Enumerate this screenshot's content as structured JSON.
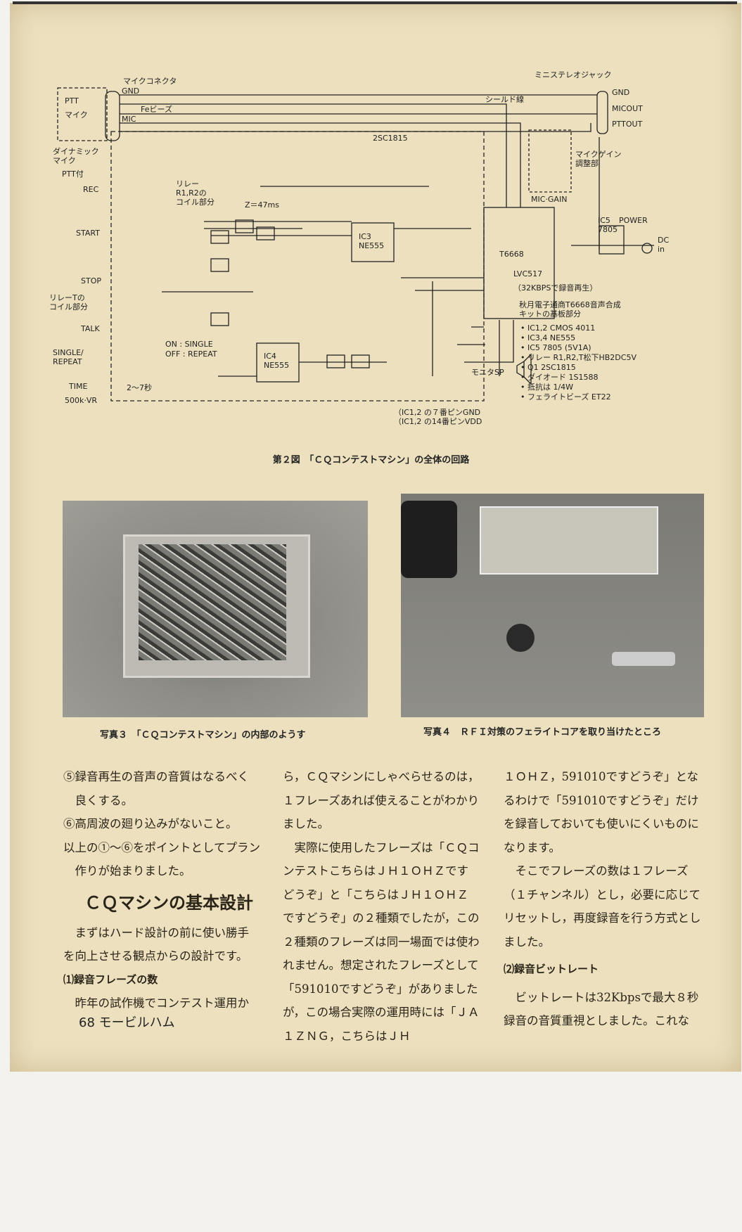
{
  "figure": {
    "caption": "第２図　「ＣＱコンテストマシン」の全体の回路",
    "labels": {
      "mic_connector": "マイクコネクタ",
      "ptt": "PTT",
      "mic": "マイク",
      "dyn_mic": "ダイナミック\nマイク",
      "ptt_tsuki": "PTT付",
      "gnd": "GND",
      "mic_pin": "MIC",
      "fe_beads": "Feビーズ",
      "mini_jack": "ミニステレオジャック",
      "shield": "シールド線",
      "micout": "MICOUT",
      "pttout": "PTTOUT",
      "mic_gain_adj": "マイクゲイン\n調整部",
      "mic_gain": "MIC·GAIN",
      "rec": "REC",
      "start": "START",
      "stop": "STOP",
      "talk": "TALK",
      "single_repeat": "SINGLE/\nREPEAT",
      "time": "TIME",
      "vr": "500k·VR",
      "time_range": "2～7秒",
      "relay_coil": "リレー\nR1,R2の\nコイル部分",
      "relay_t": "リレーTの\nコイル部分",
      "z": "Z＝47ms",
      "ic3": "IC3\nNE555",
      "ic4": "IC4\nNE555",
      "ic5": "IC5\n7805",
      "t6668": "T6668",
      "lvc517": "LVC517",
      "q1": "2SC1815",
      "power": "POWER",
      "dc_in": "DC\nin",
      "on_single": "ON : SINGLE",
      "off_repeat": "OFF : REPEAT",
      "kbps": "（32KBPSで録音再生）",
      "kit": "秋月電子通商T6668音声合成\nキットの基板部分",
      "monitor": "モニタSP",
      "pin_note": "（IC1,2 の７番ピンGND\n（IC1,2 の14番ピンVDD"
    },
    "parts": [
      {
        "name": "IC1,2",
        "value": "CMOS 4011"
      },
      {
        "name": "IC3,4",
        "value": "NE555"
      },
      {
        "name": "IC5",
        "value": "7805 (5V1A)"
      },
      {
        "name": "リレー",
        "value": "R1,R2,T松下HB2DC5V"
      },
      {
        "name": "Q1",
        "value": "2SC1815"
      },
      {
        "name": "ダイオード",
        "value": "1S1588"
      },
      {
        "name": "抵抗は",
        "value": "1/4W"
      },
      {
        "name": "フェライトビーズ",
        "value": "ET22"
      }
    ]
  },
  "photos": [
    {
      "caption": "写真３　「ＣＱコンテストマシン」の内部のようす"
    },
    {
      "caption": "写真４　ＲＦＩ対策のフェライトコアを取り当けたところ"
    }
  ],
  "columns": {
    "col1": [
      "⑤録音再生の音声の音質はなるべく良くする。",
      "⑥高周波の廻り込みがないこと。",
      "以上の①～⑥をポイントとしてプラン作りが始まりました。",
      "ＣＱマシンの基本設計",
      "　まずはハード設計の前に使い勝手を向上させる観点からの設計です。",
      "⑴録音フレーズの数",
      "　昨年の試作機でコンテスト運用か"
    ],
    "col2": [
      "ら，ＣＱマシンにしゃべらせるのは，１フレーズあれば使えることがわかりました。",
      "　実際に使用したフレーズは「ＣＱコンテストこちらはＪＨ１ＯＨＺですどうぞ」と「こちらはＪＨ１ＯＨＺですどうぞ」の２種類でしたが，この２種類のフレーズは同一場面では使われません。想定されたフレーズとして「591010ですどうぞ」がありましたが，この場合実際の運用時には「ＪＡ１ＺＮＧ，こちらはＪＨ"
    ],
    "col3": [
      "１ＯＨＺ，591010ですどうぞ」となるわけで「591010ですどうぞ」だけを録音しておいても使いにくいものになります。",
      "　そこでフレーズの数は１フレーズ（１チャンネル）とし，必要に応じてリセットし，再度録音を行う方式としました。",
      "⑵録音ビットレート",
      "　ビットレートは32Kbpsで最大８秒録音の音質重視としました。これな"
    ]
  },
  "footer": {
    "page_number": "68",
    "magazine": "モービルハム"
  }
}
